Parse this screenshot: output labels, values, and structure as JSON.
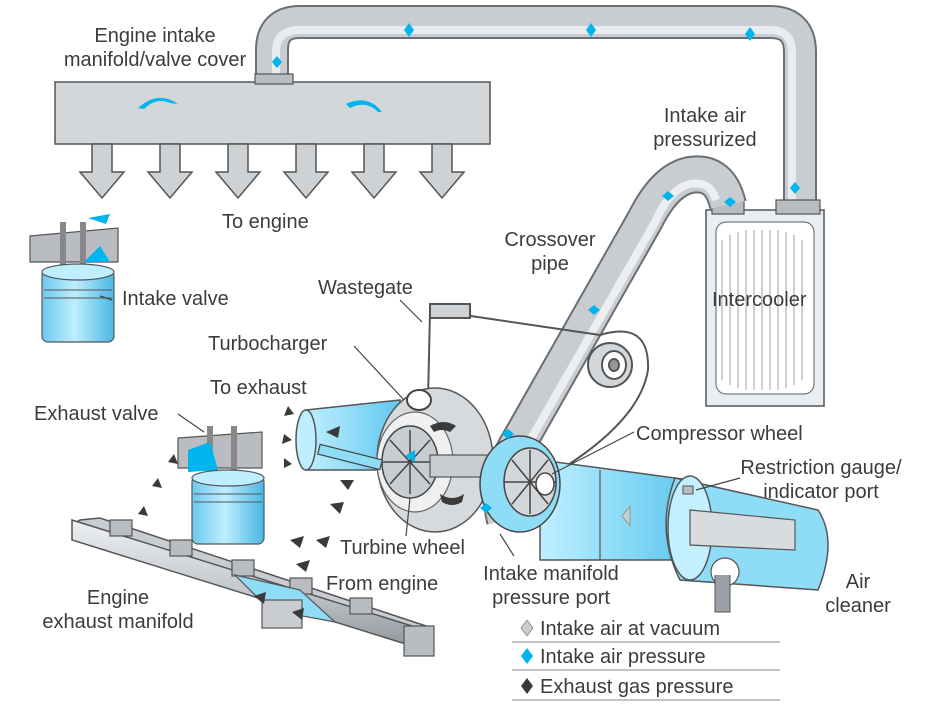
{
  "labels": {
    "intake_manifold": [
      "Engine intake",
      "manifold/valve cover"
    ],
    "to_engine": "To engine",
    "intake_air_pressurized": [
      "Intake air",
      "pressurized"
    ],
    "crossover_pipe": [
      "Crossover",
      "pipe"
    ],
    "intake_valve": "Intake valve",
    "wastegate": "Wastegate",
    "intercooler": "Intercooler",
    "turbocharger": "Turbocharger",
    "to_exhaust": "To exhaust",
    "exhaust_valve": "Exhaust valve",
    "compressor_wheel": "Compressor wheel",
    "restriction_gauge": [
      "Restriction gauge/",
      "indicator port"
    ],
    "turbine_wheel": "Turbine wheel",
    "from_engine": "From engine",
    "intake_manifold_pressure_port": [
      "Intake manifold",
      "pressure port"
    ],
    "air_cleaner": [
      "Air",
      "cleaner"
    ],
    "engine_exhaust_manifold": [
      "Engine",
      "exhaust manifold"
    ]
  },
  "legend": [
    {
      "label": "Intake air at vacuum",
      "color": "#c8cdd0"
    },
    {
      "label": "Intake air pressure",
      "color": "#00b4ee"
    },
    {
      "label": "Exhaust gas pressure",
      "color": "#3a3a3a"
    }
  ],
  "colors": {
    "pipe": "#c9ccd0",
    "outline": "#555555",
    "intake_pressure": "#00b4ee",
    "exhaust": "#3a3a3a",
    "vacuum": "#c8cdd0"
  }
}
